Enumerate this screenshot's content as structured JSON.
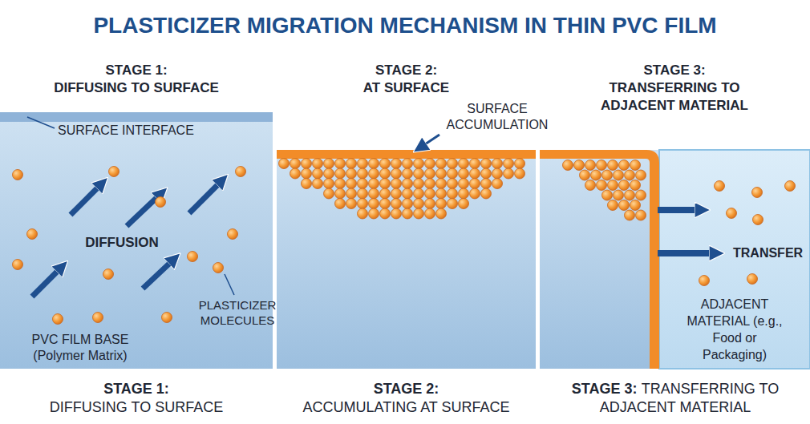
{
  "diagram": {
    "title": "PLASTICIZER MIGRATION MECHANISM IN THIN PVC FILM",
    "nodes": [
      {
        "text": [
          "STAGE 1:",
          "DIFFUSING TO SURFACE",
          "STAGE 1:",
          "DIFFUSING TO SURFACE"
        ]
      },
      {
        "text": [
          "STAGE 2:",
          "AT SURFACE",
          "STAGE 2:",
          "ACCUMULATING AT SURFACE"
        ]
      },
      {
        "text": [
          "STAGE 3:",
          "TRANSFERRING TO ADJACENT MATERIAL",
          "STAGE 3:",
          "TRANSFERRING TO ADJACENT MATERIAL"
        ]
      },
      {
        "text": [
          "ADJACENT MATERIAL (e.g., Food or Packaging)"
        ],
        "in": 2
      }
    ],
    "labels": [
      "SURFACE INTERFACE",
      "DIFFUSION",
      "PLASTICIZER MOLECULES",
      "PVC FILM BASE (Polymer Matrix)",
      "SURFACE ACCUMULATION",
      "TRANSFER"
    ]
  }
}
